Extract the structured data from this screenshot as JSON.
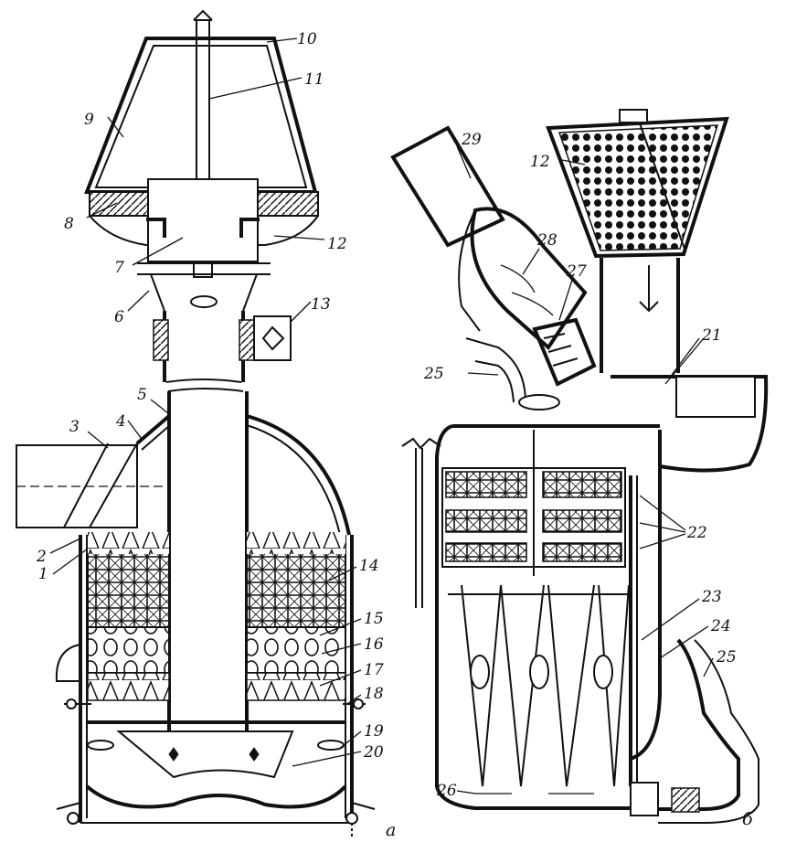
{
  "diagram": {
    "panel_labels": {
      "a": "а",
      "b": "б"
    },
    "labels_a": [
      "1",
      "2",
      "3",
      "4",
      "5",
      "6",
      "7",
      "8",
      "9",
      "10",
      "11",
      "12",
      "13",
      "14",
      "15",
      "16",
      "17",
      "18",
      "19",
      "20"
    ],
    "labels_b": [
      "12",
      "21",
      "22",
      "23",
      "24",
      "25",
      "25",
      "26",
      "27",
      "28",
      "29"
    ]
  }
}
